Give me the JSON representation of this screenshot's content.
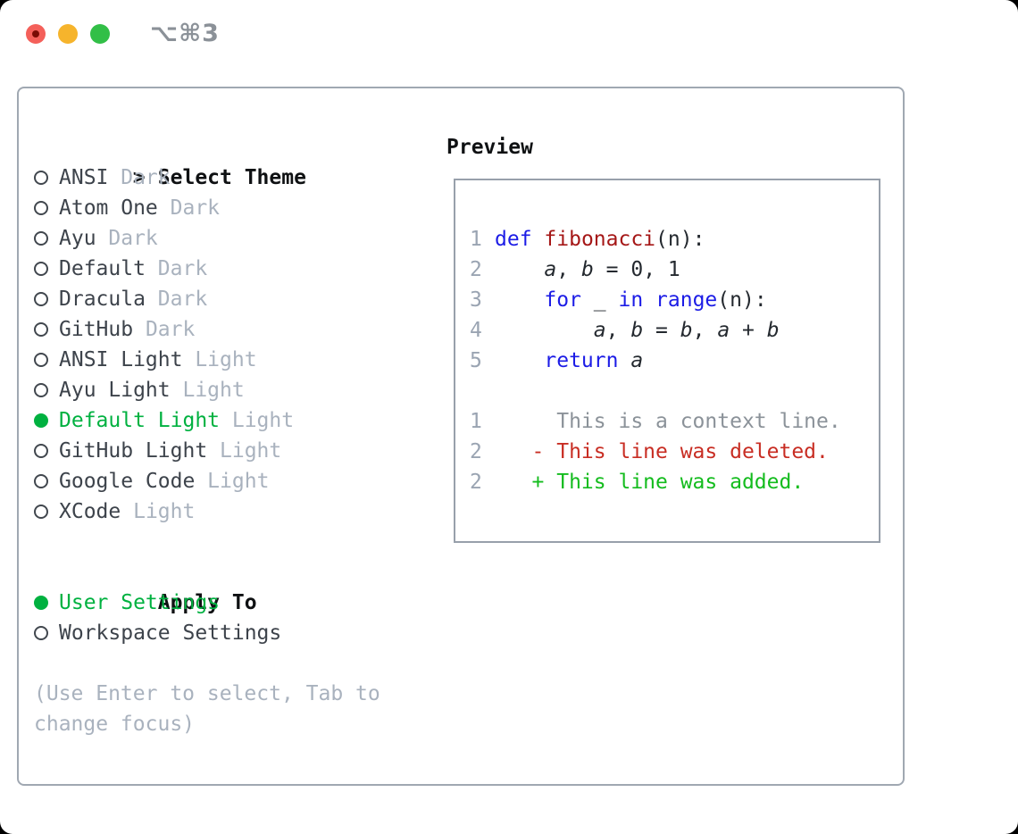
{
  "titlebar": {
    "shortcut": "⌥⌘3"
  },
  "theme_panel": {
    "cursor": ">",
    "title": "Select Theme",
    "items": [
      {
        "name": "ANSI",
        "variant": "Dark",
        "selected": false
      },
      {
        "name": "Atom One",
        "variant": "Dark",
        "selected": false
      },
      {
        "name": "Ayu",
        "variant": "Dark",
        "selected": false
      },
      {
        "name": "Default",
        "variant": "Dark",
        "selected": false
      },
      {
        "name": "Dracula",
        "variant": "Dark",
        "selected": false
      },
      {
        "name": "GitHub",
        "variant": "Dark",
        "selected": false
      },
      {
        "name": "ANSI Light",
        "variant": "Light",
        "selected": false
      },
      {
        "name": "Ayu Light",
        "variant": "Light",
        "selected": false
      },
      {
        "name": "Default Light",
        "variant": "Light",
        "selected": true
      },
      {
        "name": "GitHub Light",
        "variant": "Light",
        "selected": false
      },
      {
        "name": "Google Code",
        "variant": "Light",
        "selected": false
      },
      {
        "name": "XCode",
        "variant": "Light",
        "selected": false
      }
    ],
    "apply_to": {
      "title": "Apply To",
      "options": [
        {
          "label": "User Settings",
          "selected": true
        },
        {
          "label": "Workspace Settings",
          "selected": false
        }
      ]
    },
    "hint": "(Use Enter to select, Tab to change focus)"
  },
  "preview": {
    "title": "Preview",
    "code_lines": [
      {
        "num": "1",
        "tokens": [
          {
            "c": "kw",
            "t": "def"
          },
          {
            "c": "p",
            "t": " "
          },
          {
            "c": "fn",
            "t": "fibonacci"
          },
          {
            "c": "p",
            "t": "(n):"
          }
        ]
      },
      {
        "num": "2",
        "tokens": [
          {
            "c": "p",
            "t": "    "
          },
          {
            "c": "v",
            "t": "a"
          },
          {
            "c": "p",
            "t": ", "
          },
          {
            "c": "v",
            "t": "b"
          },
          {
            "c": "p",
            "t": " = 0, 1"
          }
        ]
      },
      {
        "num": "3",
        "tokens": [
          {
            "c": "p",
            "t": "    "
          },
          {
            "c": "kw",
            "t": "for"
          },
          {
            "c": "p",
            "t": " _ "
          },
          {
            "c": "kw",
            "t": "in"
          },
          {
            "c": "p",
            "t": " "
          },
          {
            "c": "kw",
            "t": "range"
          },
          {
            "c": "p",
            "t": "(n):"
          }
        ]
      },
      {
        "num": "4",
        "tokens": [
          {
            "c": "p",
            "t": "        "
          },
          {
            "c": "v",
            "t": "a"
          },
          {
            "c": "p",
            "t": ", "
          },
          {
            "c": "v",
            "t": "b"
          },
          {
            "c": "p",
            "t": " = "
          },
          {
            "c": "v",
            "t": "b"
          },
          {
            "c": "p",
            "t": ", "
          },
          {
            "c": "v",
            "t": "a"
          },
          {
            "c": "p",
            "t": " + "
          },
          {
            "c": "v",
            "t": "b"
          }
        ]
      },
      {
        "num": "5",
        "tokens": [
          {
            "c": "p",
            "t": "    "
          },
          {
            "c": "kw",
            "t": "return"
          },
          {
            "c": "p",
            "t": " "
          },
          {
            "c": "v",
            "t": "a"
          }
        ]
      }
    ],
    "diff_lines": [
      {
        "num": "1",
        "sign": " ",
        "text": "This is a context line.",
        "type": "context"
      },
      {
        "num": "2",
        "sign": "-",
        "text": "This line was deleted.",
        "type": "deleted"
      },
      {
        "num": "2",
        "sign": "+",
        "text": "This line was added.",
        "type": "added"
      }
    ]
  },
  "colors": {
    "accent_green": "#00b140",
    "keyword_blue": "#1c1ce6",
    "function_red": "#a51717",
    "diff_red": "#c82d23",
    "diff_green": "#14bc1e",
    "muted_gray": "#a9b2be",
    "line_number_gray": "#9aa4b2",
    "border_gray": "#a0a8b2",
    "traffic_red": "#f4605a",
    "traffic_yellow": "#f6b42c",
    "traffic_green": "#32bf47"
  }
}
